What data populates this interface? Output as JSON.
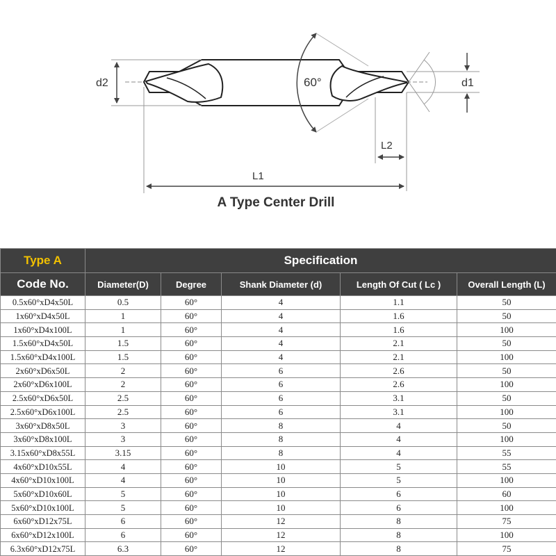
{
  "diagram": {
    "caption": "A Type Center Drill",
    "labels": {
      "d2": "d2",
      "d1": "d1",
      "angle": "60°",
      "L1": "L1",
      "L2": "L2"
    }
  },
  "table": {
    "type_label": "Type  A",
    "spec_label": "Specification",
    "columns": [
      "Code No.",
      "Diameter(D)",
      "Degree",
      "Shank Diameter (d)",
      "Length Of Cut ( Lc )",
      "Overall Length (L)"
    ],
    "rows": [
      [
        "0.5x60°xD4x50L",
        "0.5",
        "60°",
        "4",
        "1.1",
        "50"
      ],
      [
        "1x60°xD4x50L",
        "1",
        "60°",
        "4",
        "1.6",
        "50"
      ],
      [
        "1x60°xD4x100L",
        "1",
        "60°",
        "4",
        "1.6",
        "100"
      ],
      [
        "1.5x60°xD4x50L",
        "1.5",
        "60°",
        "4",
        "2.1",
        "50"
      ],
      [
        "1.5x60°xD4x100L",
        "1.5",
        "60°",
        "4",
        "2.1",
        "100"
      ],
      [
        "2x60°xD6x50L",
        "2",
        "60°",
        "6",
        "2.6",
        "50"
      ],
      [
        "2x60°xD6x100L",
        "2",
        "60°",
        "6",
        "2.6",
        "100"
      ],
      [
        "2.5x60°xD6x50L",
        "2.5",
        "60°",
        "6",
        "3.1",
        "50"
      ],
      [
        "2.5x60°xD6x100L",
        "2.5",
        "60°",
        "6",
        "3.1",
        "100"
      ],
      [
        "3x60°xD8x50L",
        "3",
        "60°",
        "8",
        "4",
        "50"
      ],
      [
        "3x60°xD8x100L",
        "3",
        "60°",
        "8",
        "4",
        "100"
      ],
      [
        "3.15x60°xD8x55L",
        "3.15",
        "60°",
        "8",
        "4",
        "55"
      ],
      [
        "4x60°xD10x55L",
        "4",
        "60°",
        "10",
        "5",
        "55"
      ],
      [
        "4x60°xD10x100L",
        "4",
        "60°",
        "10",
        "5",
        "100"
      ],
      [
        "5x60°xD10x60L",
        "5",
        "60°",
        "10",
        "6",
        "60"
      ],
      [
        "5x60°xD10x100L",
        "5",
        "60°",
        "10",
        "6",
        "100"
      ],
      [
        "6x60°xD12x75L",
        "6",
        "60°",
        "12",
        "8",
        "75"
      ],
      [
        "6x60°xD12x100L",
        "6",
        "60°",
        "12",
        "8",
        "100"
      ],
      [
        "6.3x60°xD12x75L",
        "6.3",
        "60°",
        "12",
        "8",
        "75"
      ]
    ]
  },
  "colors": {
    "header_bg": "#3f3f3f",
    "type_label": "#f2c100",
    "header_text": "#ffffff"
  }
}
